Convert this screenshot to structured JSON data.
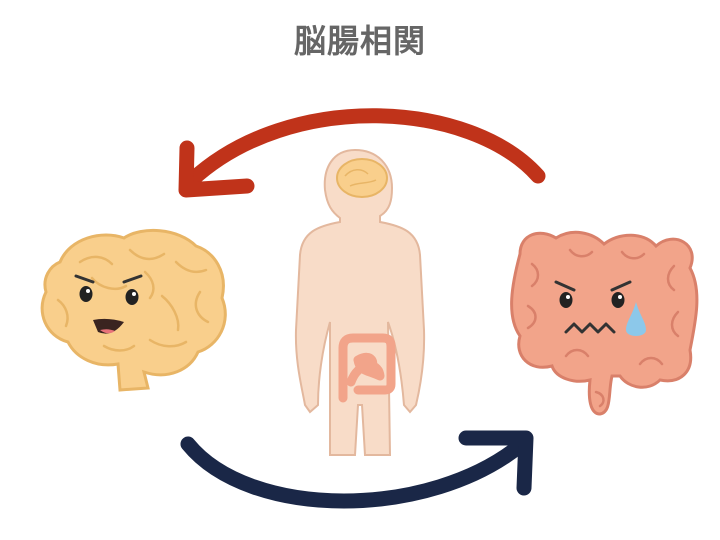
{
  "title": "脳腸相関",
  "colors": {
    "title": "#666666",
    "arrow_top": "#c0331a",
    "arrow_bottom": "#1a2747",
    "brain_fill": "#f9cf8c",
    "brain_line": "#e8b566",
    "gut_fill": "#f2a48a",
    "gut_line": "#d9806a",
    "body_fill": "#f8dcc8",
    "body_line": "#e3b89e",
    "tear": "#8cc8ea"
  },
  "diagram": {
    "nodes": [
      {
        "name": "brain",
        "mood": "happy"
      },
      {
        "name": "human-body",
        "organs": [
          "brain",
          "intestine"
        ]
      },
      {
        "name": "intestine",
        "mood": "distressed"
      }
    ],
    "edges": [
      {
        "from": "intestine",
        "to": "brain",
        "icon": "curved-arrow-left"
      },
      {
        "from": "brain",
        "to": "intestine",
        "icon": "curved-arrow-right"
      }
    ]
  }
}
